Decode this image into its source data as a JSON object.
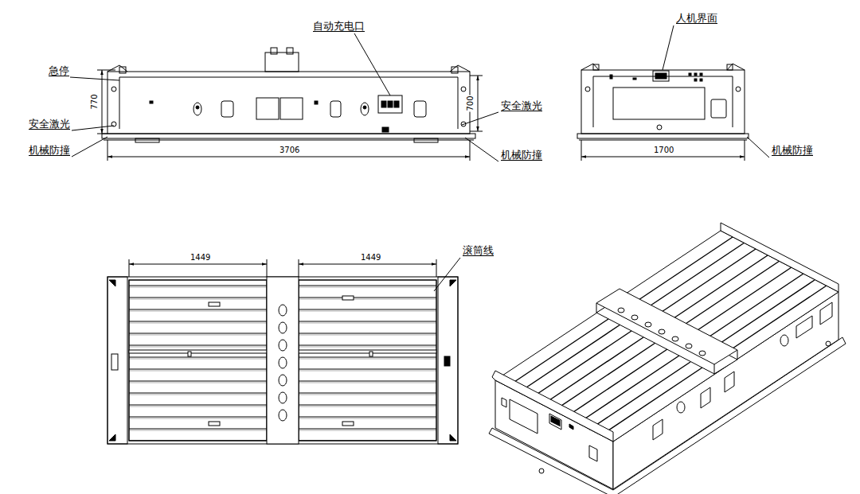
{
  "diagram": {
    "labels": [
      "急停",
      "770",
      "安全激光",
      "机械防撞",
      "自动充电口",
      "700",
      "安全激光",
      "机械防撞",
      "3706",
      "人机界面",
      "1700",
      "机械防撞",
      "1449",
      "1449",
      "滚筒线"
    ]
  }
}
